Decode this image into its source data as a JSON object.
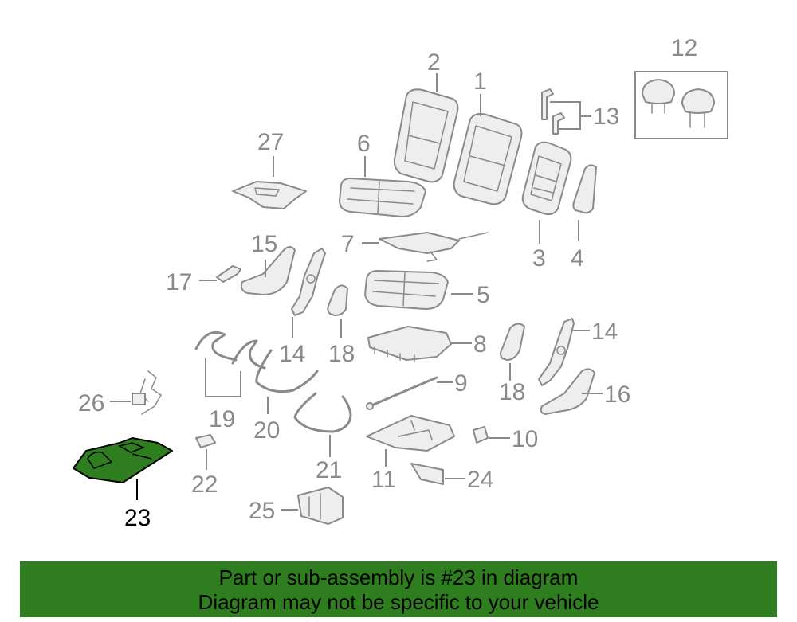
{
  "diagram": {
    "callouts": {
      "c1": "1",
      "c2": "2",
      "c3": "3",
      "c4": "4",
      "c5": "5",
      "c6": "6",
      "c7": "7",
      "c8": "8",
      "c9": "9",
      "c10": "10",
      "c11": "11",
      "c12": "12",
      "c13": "13",
      "c14a": "14",
      "c14b": "14",
      "c15": "15",
      "c16": "16",
      "c17": "17",
      "c18a": "18",
      "c18b": "18",
      "c19": "19",
      "c20": "20",
      "c21": "21",
      "c22": "22",
      "c23": "23",
      "c24": "24",
      "c25": "25",
      "c26": "26",
      "c27": "27"
    },
    "highlighted_part": "23",
    "colors": {
      "highlight": "#2e7d1f",
      "parts": "#8a8a8a",
      "banner": "#2e7d1f"
    }
  },
  "banner": {
    "line1": "Part or sub-assembly is #23 in diagram",
    "line2": "Diagram may not be specific to your vehicle"
  }
}
